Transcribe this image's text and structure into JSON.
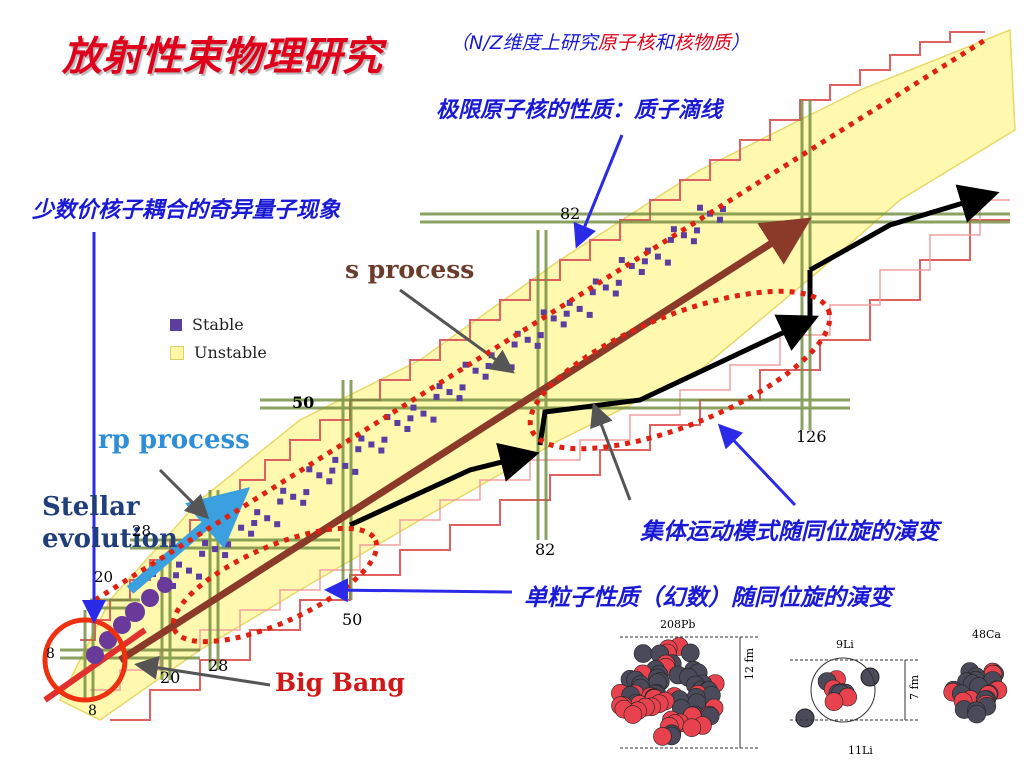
{
  "title": "放射性束物理研究",
  "subtitle": {
    "open": "（",
    "part1": "N/Z维度上研究",
    "part2": "原子核",
    "part3": "和",
    "part4": "核物质",
    "close": "）"
  },
  "captions": {
    "drip_line": "极限原子核的性质：质子滴线",
    "valence": "少数价核子耦合的奇异量子现象",
    "collective": "集体运动模式随同位旋的演变",
    "single_particle": "单粒子性质（幻数）随同位旋的演变"
  },
  "chart": {
    "s_process": "s process",
    "rp_process": "rp process",
    "stellar_line1": "Stellar",
    "stellar_line2": "evolution",
    "big_bang": "Big Bang",
    "legend": {
      "stable": "Stable",
      "unstable": "Unstable"
    },
    "magic": {
      "n82_top": "82",
      "n50_left": "50",
      "n126": "126",
      "n82_bottom": "82",
      "n50_bottom": "50",
      "n28_left": "28",
      "n28_bottom": "28",
      "n20_left": "20",
      "n20_bottom": "20",
      "n8_left": "8",
      "n8_bottom": "8"
    }
  },
  "nuclei": {
    "pb": "208Pb",
    "pb_size": "12 fm",
    "li9": "9Li",
    "li11": "11Li",
    "li_size": "7 fm",
    "ca": "48Ca"
  },
  "colors": {
    "title": "#e0001b",
    "caption": "#1a1ad6",
    "stable": "#5a3ea0",
    "unstable": "#fff7a6",
    "drip_line": "#e05050",
    "magic_band": "#6f8a3b",
    "rp_arrow": "#3aa0e0",
    "s_arrow": "#8b3a2a",
    "dotted_ellipse": "#e02010"
  }
}
